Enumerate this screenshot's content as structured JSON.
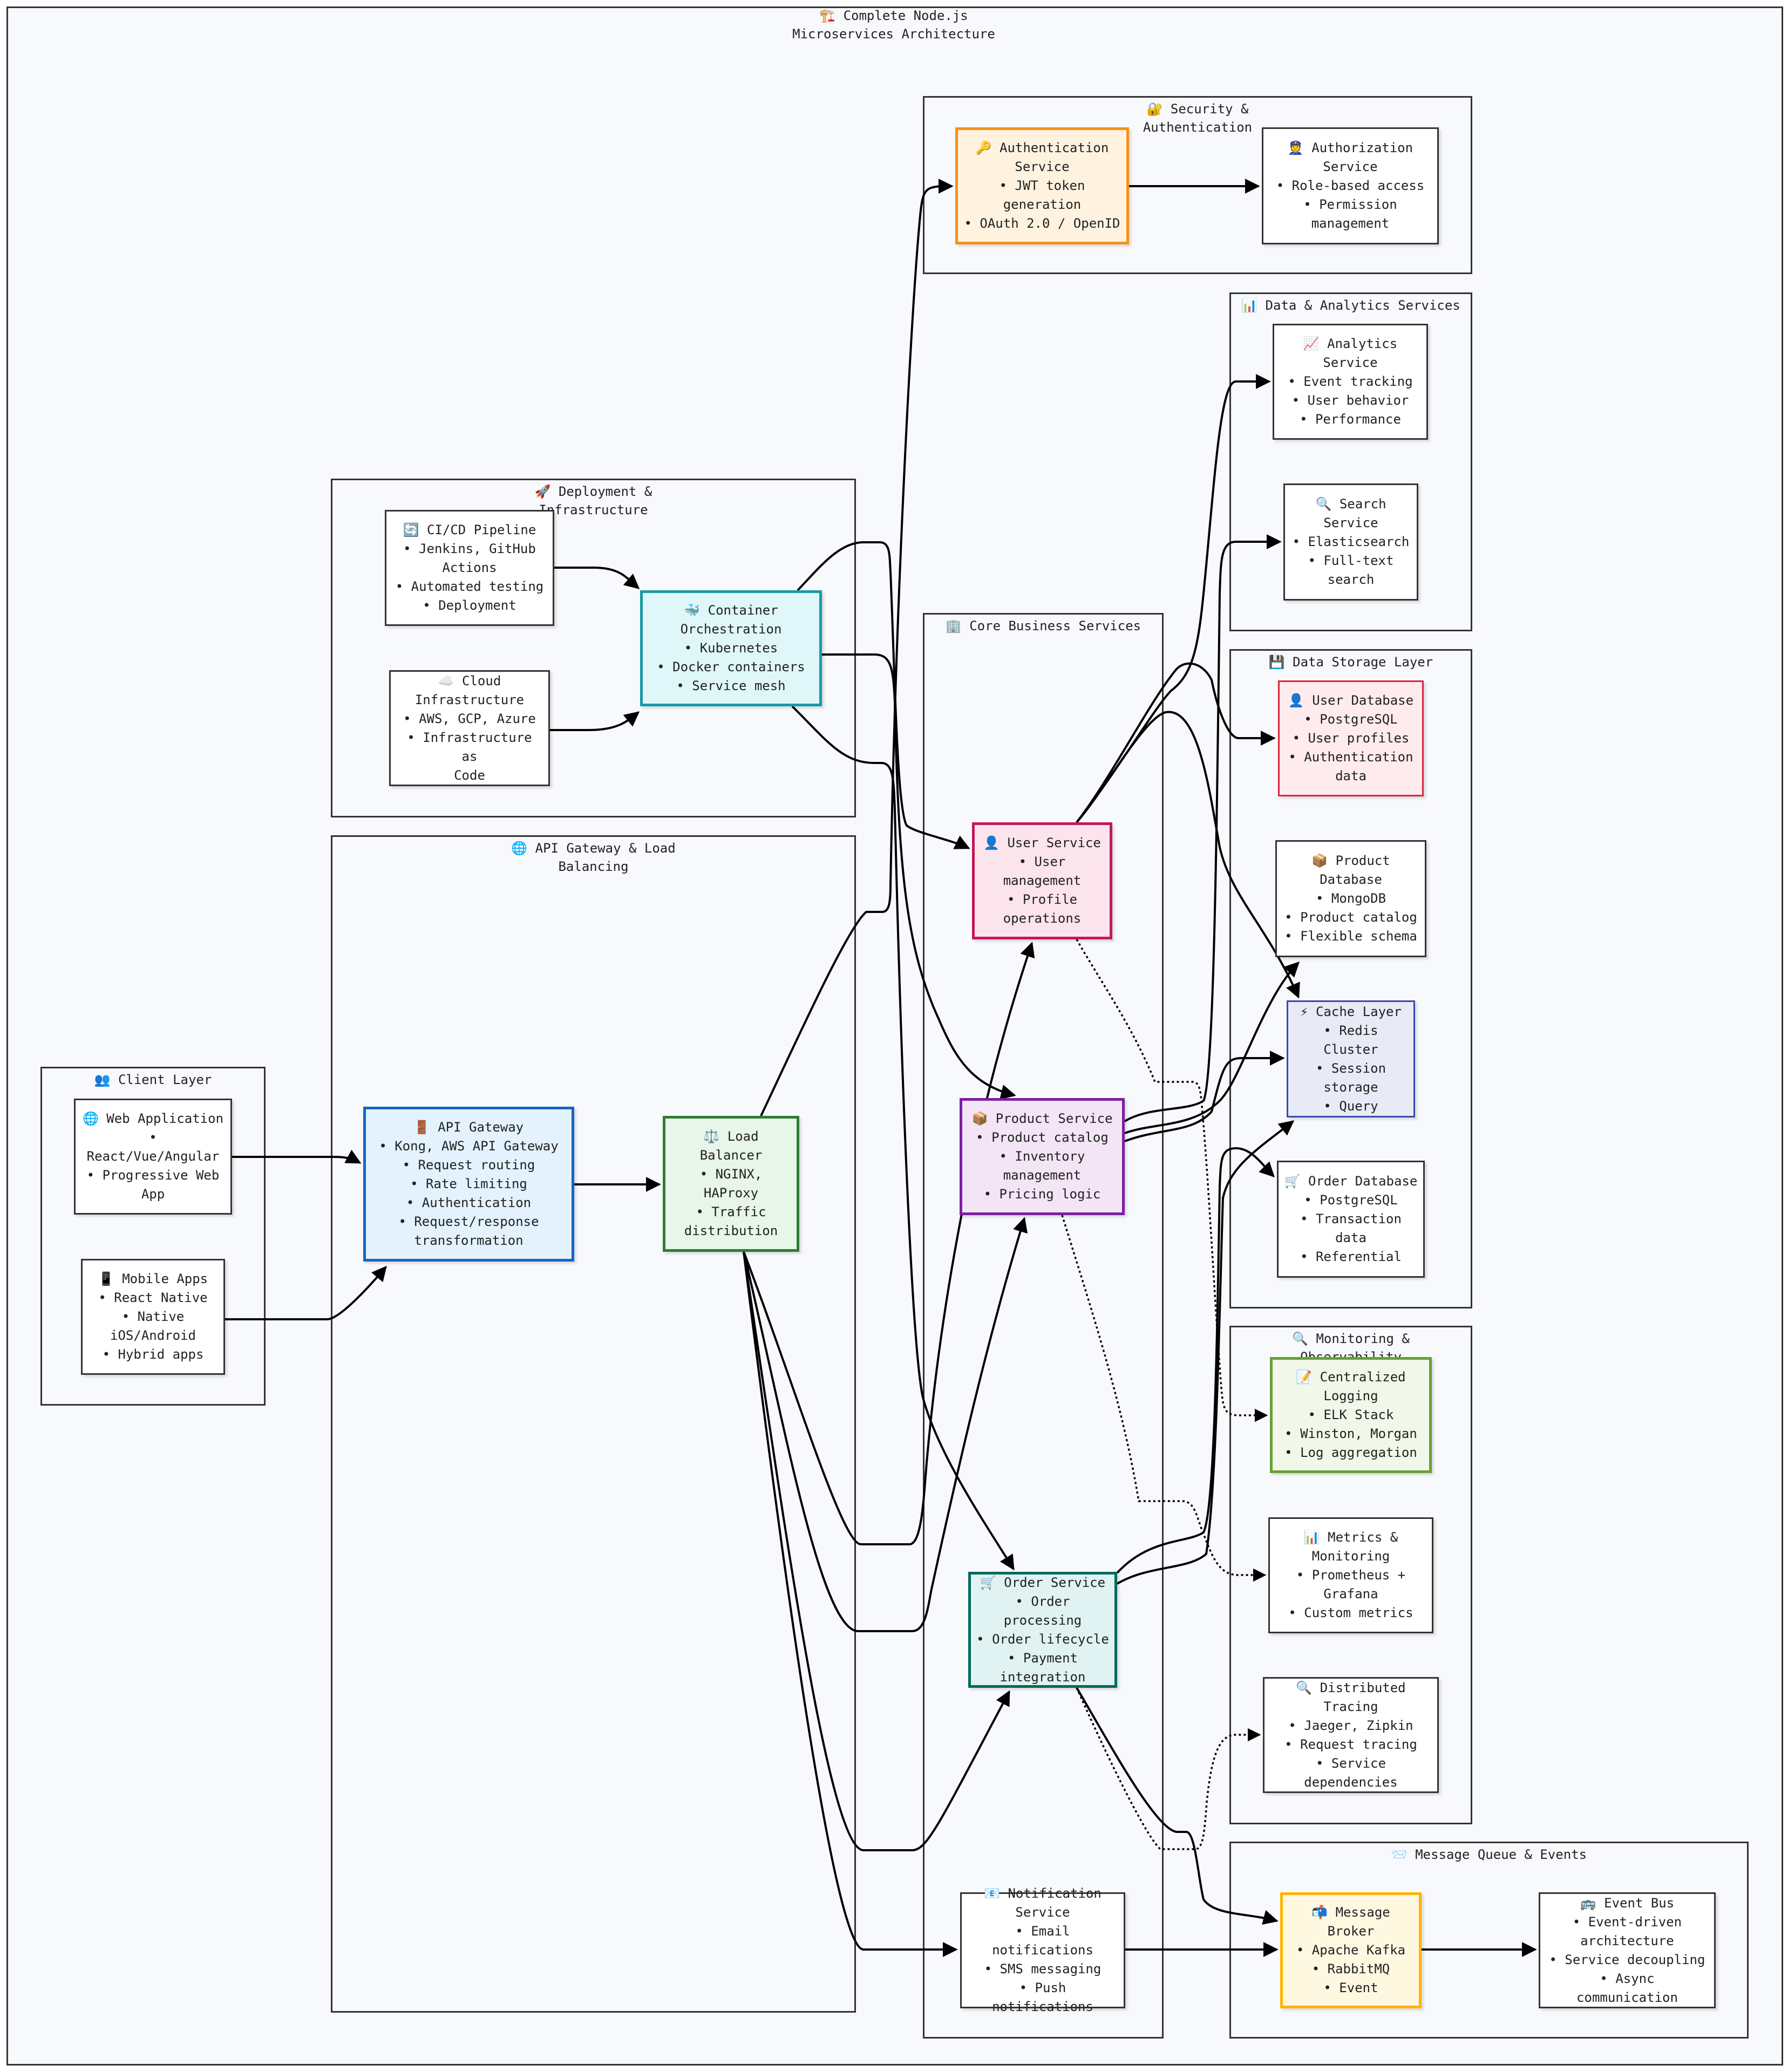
{
  "diagram": {
    "title": "🏗️ Complete Node.js\nMicroservices Architecture",
    "groups": {
      "security": "🔐 Security &\nAuthentication",
      "analytics": "📊 Data & Analytics Services",
      "deployment": "🚀 Deployment &\nInfrastructure",
      "core": "🏢 Core Business Services",
      "storage": "💾 Data Storage Layer",
      "gateway": "🌐 API Gateway & Load\nBalancing",
      "client": "👥 Client Layer",
      "monitoring": "🔍 Monitoring &\nObservability",
      "mq": "📨 Message Queue & Events"
    },
    "nodes": {
      "auth": "🔑 Authentication\nService\n• JWT token\ngeneration\n• OAuth 2.0 / OpenID",
      "authz": "👮 Authorization\nService\n• Role-based access\n• Permission\nmanagement",
      "analytics": "📈 Analytics\nService\n• Event tracking\n• User behavior\n• Performance",
      "search": "🔍 Search\nService\n• Elasticsearch\n• Full-text\nsearch",
      "cicd": "🔄 CI/CD Pipeline\n• Jenkins, GitHub\nActions\n• Automated testing\n• Deployment",
      "container": "🐳 Container\nOrchestration\n• Kubernetes\n• Docker containers\n• Service mesh",
      "cloud": "☁️ Cloud\nInfrastructure\n• AWS, GCP, Azure\n• Infrastructure as\nCode",
      "userdb": "👤 User Database\n• PostgreSQL\n• User profiles\n• Authentication\ndata",
      "productdb": "📦 Product\nDatabase\n• MongoDB\n• Product catalog\n• Flexible schema",
      "cache": "⚡ Cache Layer\n• Redis Cluster\n• Session\nstorage\n• Query",
      "orderdb": "🛒 Order Database\n• PostgreSQL\n• Transaction\ndata\n• Referential",
      "usersvc": "👤 User Service\n• User\nmanagement\n• Profile\noperations",
      "productsvc": "📦 Product Service\n• Product catalog\n• Inventory\nmanagement\n• Pricing logic",
      "ordersvc": "🛒 Order Service\n• Order processing\n• Order lifecycle\n• Payment\nintegration",
      "notifsvc": "📧 Notification\nService\n• Email notifications\n• SMS messaging\n• Push notifications",
      "webapp": "🌐 Web Application\n•\nReact/Vue/Angular\n• Progressive Web\nApp",
      "mobile": "📱 Mobile Apps\n• React Native\n• Native\niOS/Android\n• Hybrid apps",
      "apigw": "🚪 API Gateway\n• Kong, AWS API Gateway\n• Request routing\n• Rate limiting\n• Authentication\n• Request/response\ntransformation",
      "lb": "⚖️ Load\nBalancer\n• NGINX,\nHAProxy\n• Traffic\ndistribution",
      "logging": "📝 Centralized\nLogging\n• ELK Stack\n• Winston, Morgan\n• Log aggregation",
      "metrics": "📊 Metrics &\nMonitoring\n• Prometheus +\nGrafana\n• Custom metrics",
      "tracing": "🔍 Distributed Tracing\n• Jaeger, Zipkin\n• Request tracing\n• Service\ndependencies",
      "broker": "📬 Message\nBroker\n• Apache Kafka\n• RabbitMQ\n• Event",
      "eventbus": "🚌 Event Bus\n• Event-driven\narchitecture\n• Service decoupling\n• Async communication"
    },
    "colors": {
      "auth": {
        "fill": "#fff3e0",
        "stroke": "#f59019"
      },
      "container": {
        "fill": "#e0f7fa",
        "stroke": "#1a99a5"
      },
      "userdb": {
        "fill": "#ffebee",
        "stroke": "#d8273c"
      },
      "cache": {
        "fill": "#e8eaf6",
        "stroke": "#3949ab"
      },
      "usersvc": {
        "fill": "#fce4ec",
        "stroke": "#c2185b"
      },
      "productsvc": {
        "fill": "#f3e5f5",
        "stroke": "#7b1fa2"
      },
      "ordersvc": {
        "fill": "#e0f2f1",
        "stroke": "#00695c"
      },
      "apigw": {
        "fill": "#e3f2fd",
        "stroke": "#1565c0"
      },
      "lb": {
        "fill": "#e8f5e9",
        "stroke": "#2e7d32"
      },
      "logging": {
        "fill": "#f1f8e9",
        "stroke": "#689f38"
      },
      "broker": {
        "fill": "#fff8e1",
        "stroke": "#ffb300"
      }
    }
  }
}
